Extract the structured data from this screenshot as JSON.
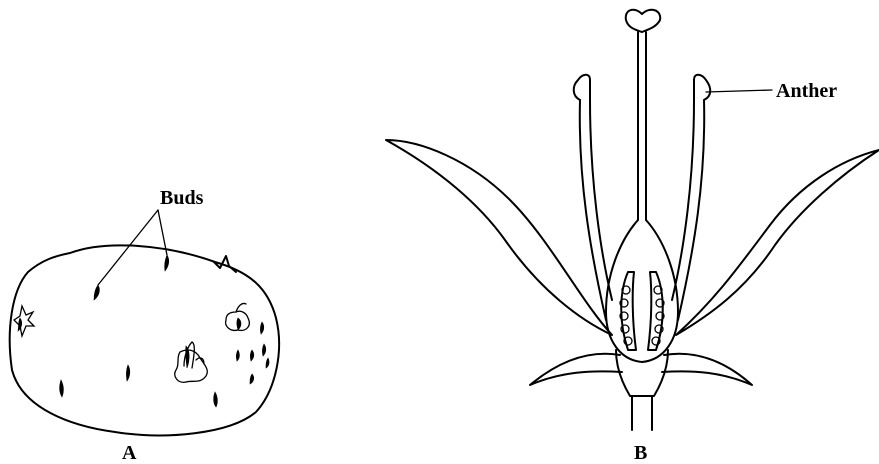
{
  "figure_a": {
    "label": "A",
    "callout": "Buds"
  },
  "figure_b": {
    "label": "B",
    "callout": "Anther"
  }
}
